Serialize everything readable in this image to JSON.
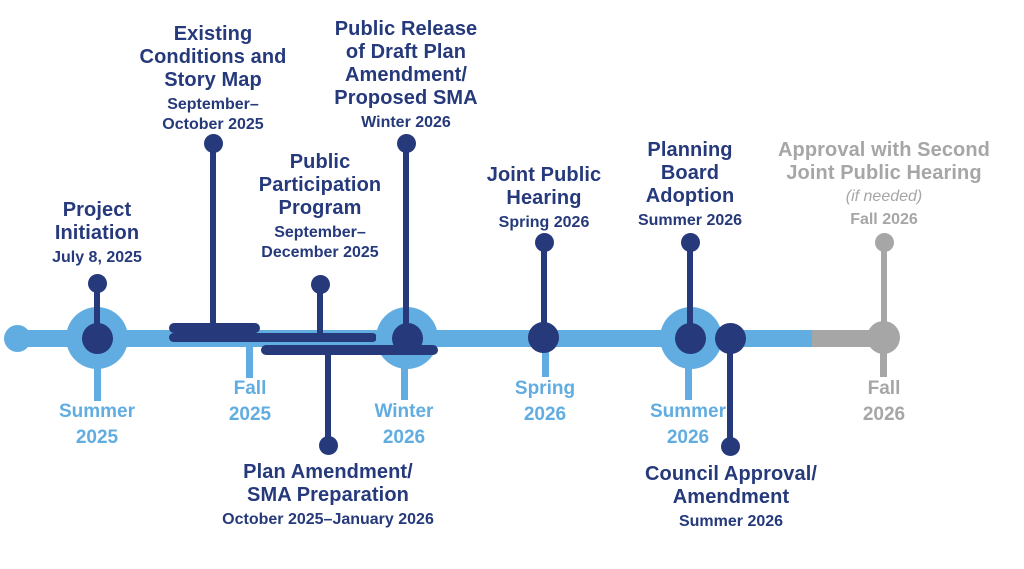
{
  "colors": {
    "navy": "#25397b",
    "blue": "#61ade1",
    "gray": "#a6a6a6",
    "bg": "#ffffff"
  },
  "events": {
    "project_initiation": {
      "title": "Project\nInitiation",
      "date": "July 8, 2025"
    },
    "existing_conditions": {
      "title": "Existing\nConditions and\nStory Map",
      "date": "September–\nOctober 2025"
    },
    "public_release": {
      "title": "Public Release\nof Draft Plan\nAmendment/\nProposed SMA",
      "date": "Winter 2026"
    },
    "public_participation": {
      "title": "Public\nParticipation\nProgram",
      "date": "September–\nDecember 2025"
    },
    "joint_public_hearing": {
      "title": "Joint Public\nHearing",
      "date": "Spring 2026"
    },
    "planning_board_adoption": {
      "title": "Planning\nBoard\nAdoption",
      "date": "Summer 2026"
    },
    "approval_second_hearing": {
      "title": "Approval with Second\nJoint Public Hearing",
      "note": "(if needed)",
      "date": "Fall 2026"
    },
    "plan_amendment": {
      "title": "Plan Amendment/\nSMA Preparation",
      "date": "October 2025–January 2026"
    },
    "council_approval": {
      "title": "Council Approval/\nAmendment",
      "date": "Summer 2026"
    }
  },
  "seasons": [
    {
      "label": "Summer\n2025"
    },
    {
      "label": "Fall\n2025"
    },
    {
      "label": "Winter\n2026"
    },
    {
      "label": "Spring\n2026"
    },
    {
      "label": "Summer\n2026"
    },
    {
      "label": "Fall\n2026"
    }
  ]
}
